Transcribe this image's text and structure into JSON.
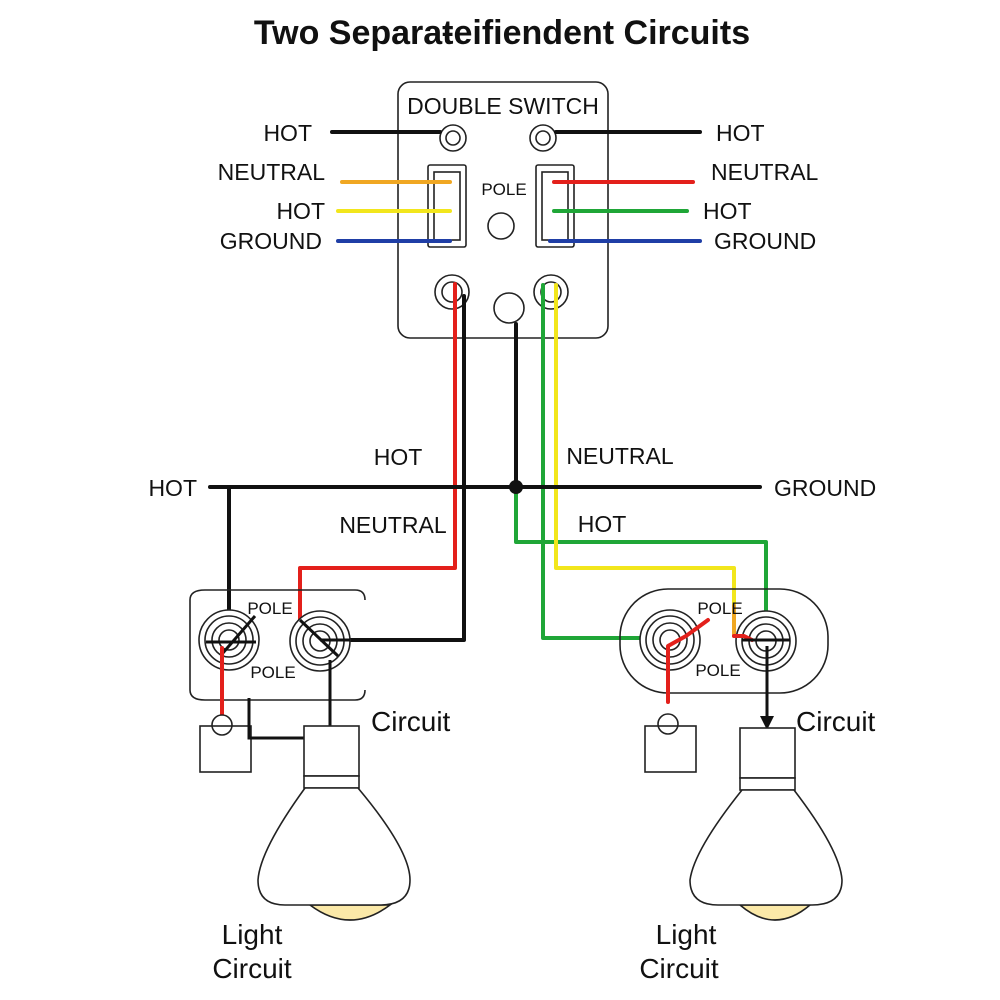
{
  "title": "Two Separaŧeifiendent Circuits",
  "colors": {
    "black": "#111111",
    "red": "#e3201b",
    "yellow": "#f2e61c",
    "green": "#1fa637",
    "blue": "#1f3ea6",
    "orange": "#f0a722",
    "bulb_glow": "#fbe9a8",
    "outline": "#222222"
  },
  "switch": {
    "label": "DOUBLE SWITCH",
    "pole_label": "POLE",
    "left_labels": {
      "hot_top": "HOT",
      "neutral": "NEUTRAL",
      "hot": "HOT",
      "ground": "GROUND"
    },
    "right_labels": {
      "hot_top": "HOT",
      "neutral": "NEUTRAL",
      "hot": "HOT",
      "ground": "GROUND"
    }
  },
  "main_line": {
    "left_label": "HOT",
    "right_label": "GROUND",
    "mid_labels": {
      "hot_upper": "HOT",
      "neutral_left": "NEUTRAL",
      "neutral_right": "NEUTRAL",
      "hot_lower": "HOT"
    }
  },
  "left_circuit": {
    "pole_top": "POLE",
    "pole_bottom": "POLE",
    "circuit_label": "Circuit",
    "light_label_line1": "Light",
    "light_label_line2": "Circuit"
  },
  "right_circuit": {
    "pole_top": "POLE",
    "pole_bottom": "POLE",
    "circuit_label": "Circuit",
    "light_label_line1": "Light",
    "light_label_line2": "Circuit"
  },
  "icons": {
    "terminal": "terminal-screw-icon",
    "toggle": "toggle-lever-icon",
    "bulb": "light-bulb-icon",
    "junction": "junction-dot-icon"
  }
}
